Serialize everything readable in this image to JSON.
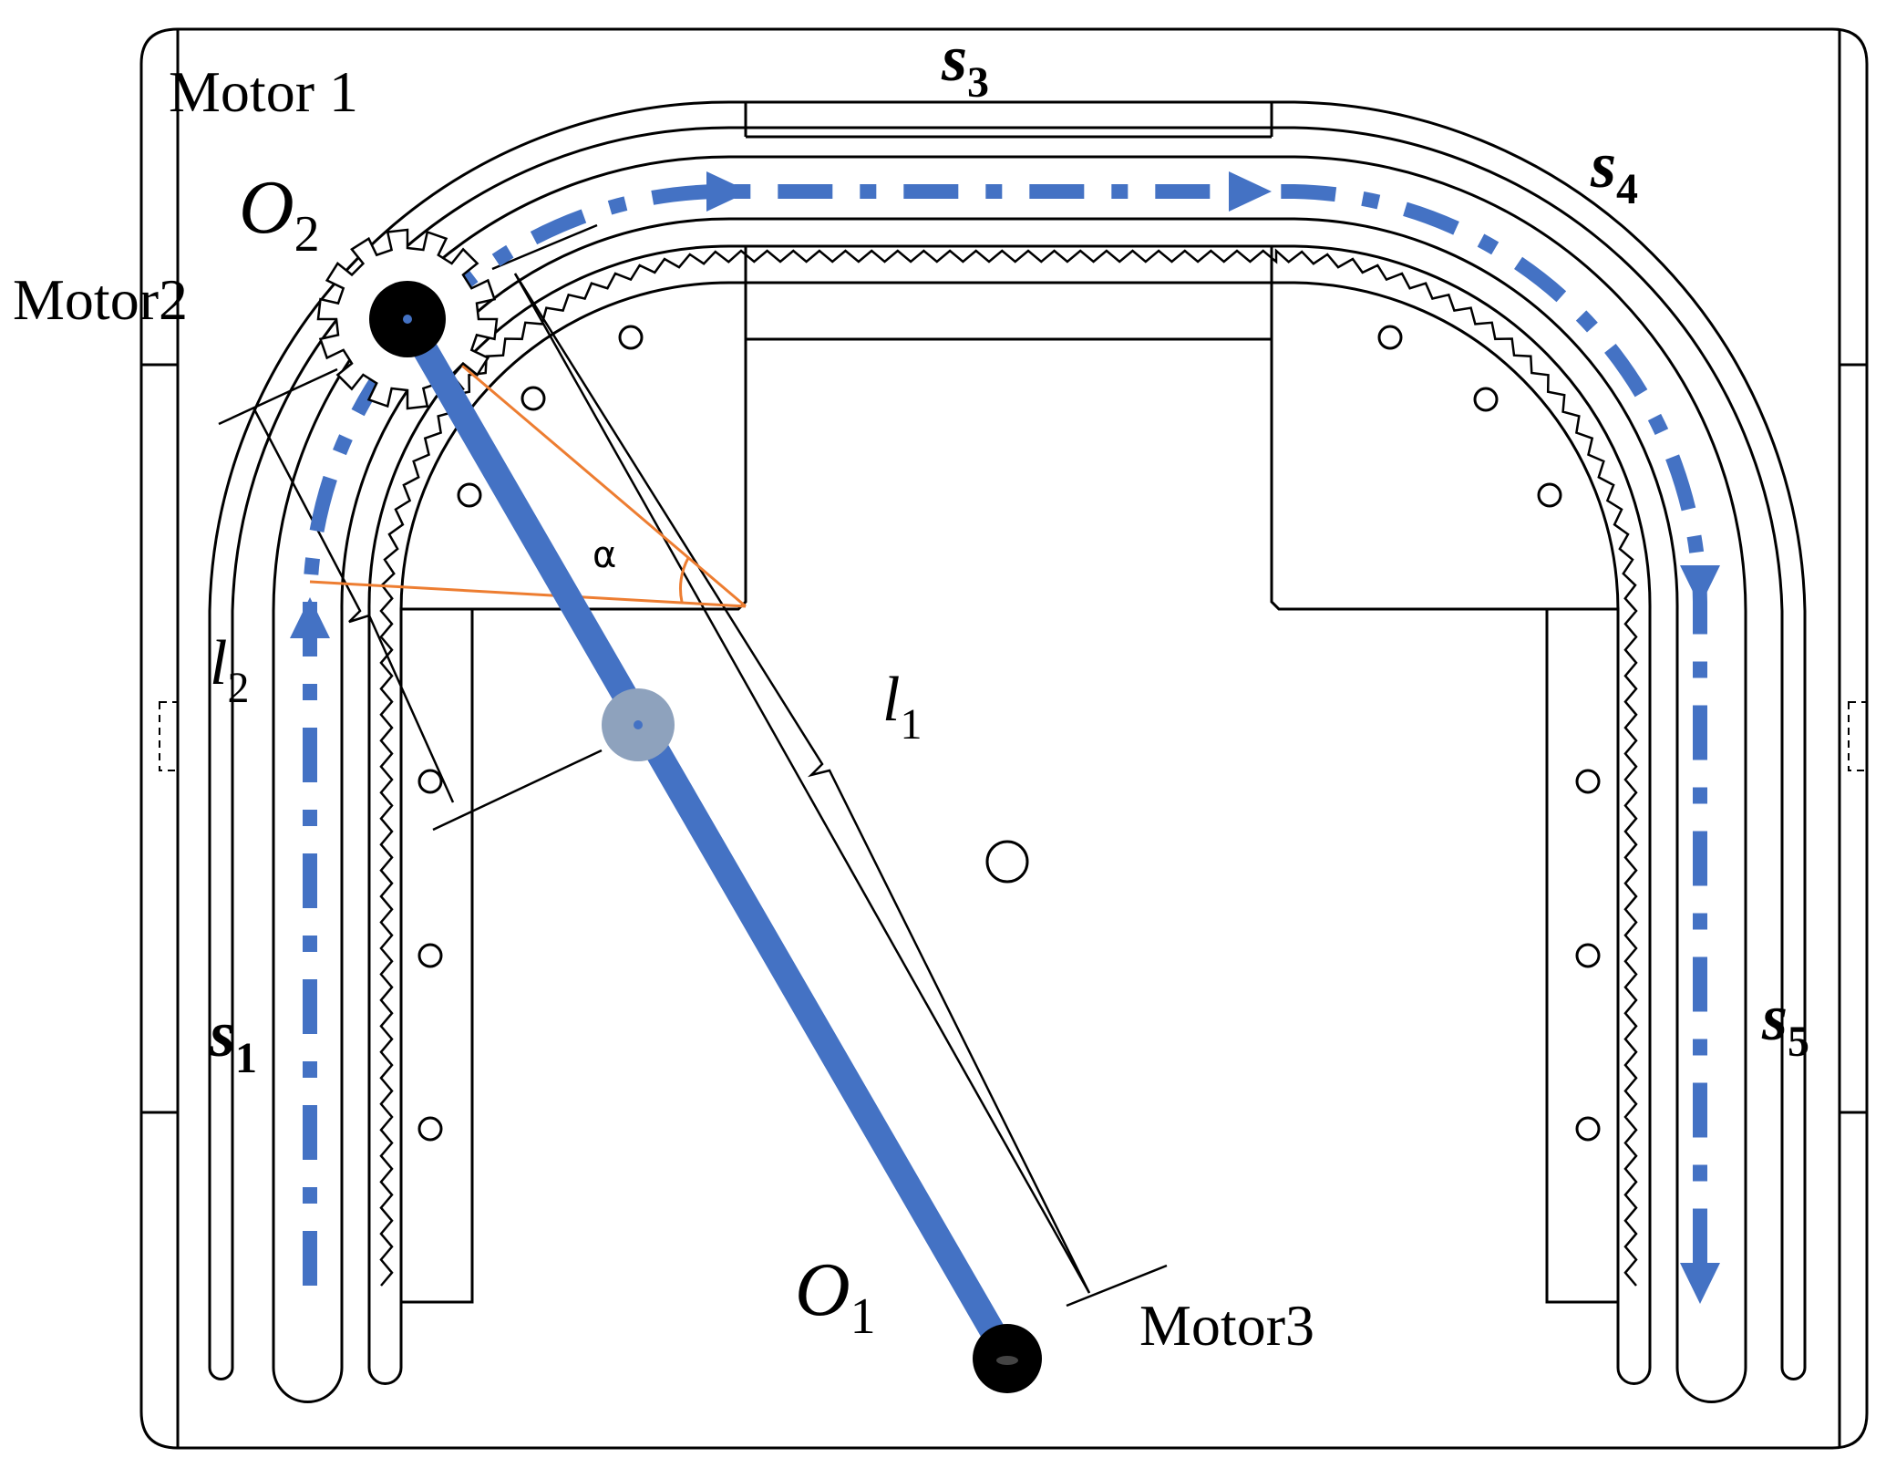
{
  "labels": {
    "motor1": "Motor 1",
    "motor2": "Motor2",
    "motor3": "Motor3",
    "o1_base": "O",
    "o1_sub": "1",
    "o2_base": "O",
    "o2_sub": "2",
    "l1_base": "l",
    "l1_sub": "1",
    "l2_base": "l",
    "l2_sub": "2",
    "alpha": "α",
    "s1_base": "s",
    "s1_sub": "1",
    "s3_base": "s",
    "s3_sub": "3",
    "s4_base": "s",
    "s4_sub": "4",
    "s5_base": "s",
    "s5_sub": "5"
  },
  "colors": {
    "arm": "#4472c4",
    "path": "#4472c4",
    "angle": "#ed7d31",
    "joint": "#000000",
    "slider": "#8ea2bd",
    "outline": "#000000"
  }
}
